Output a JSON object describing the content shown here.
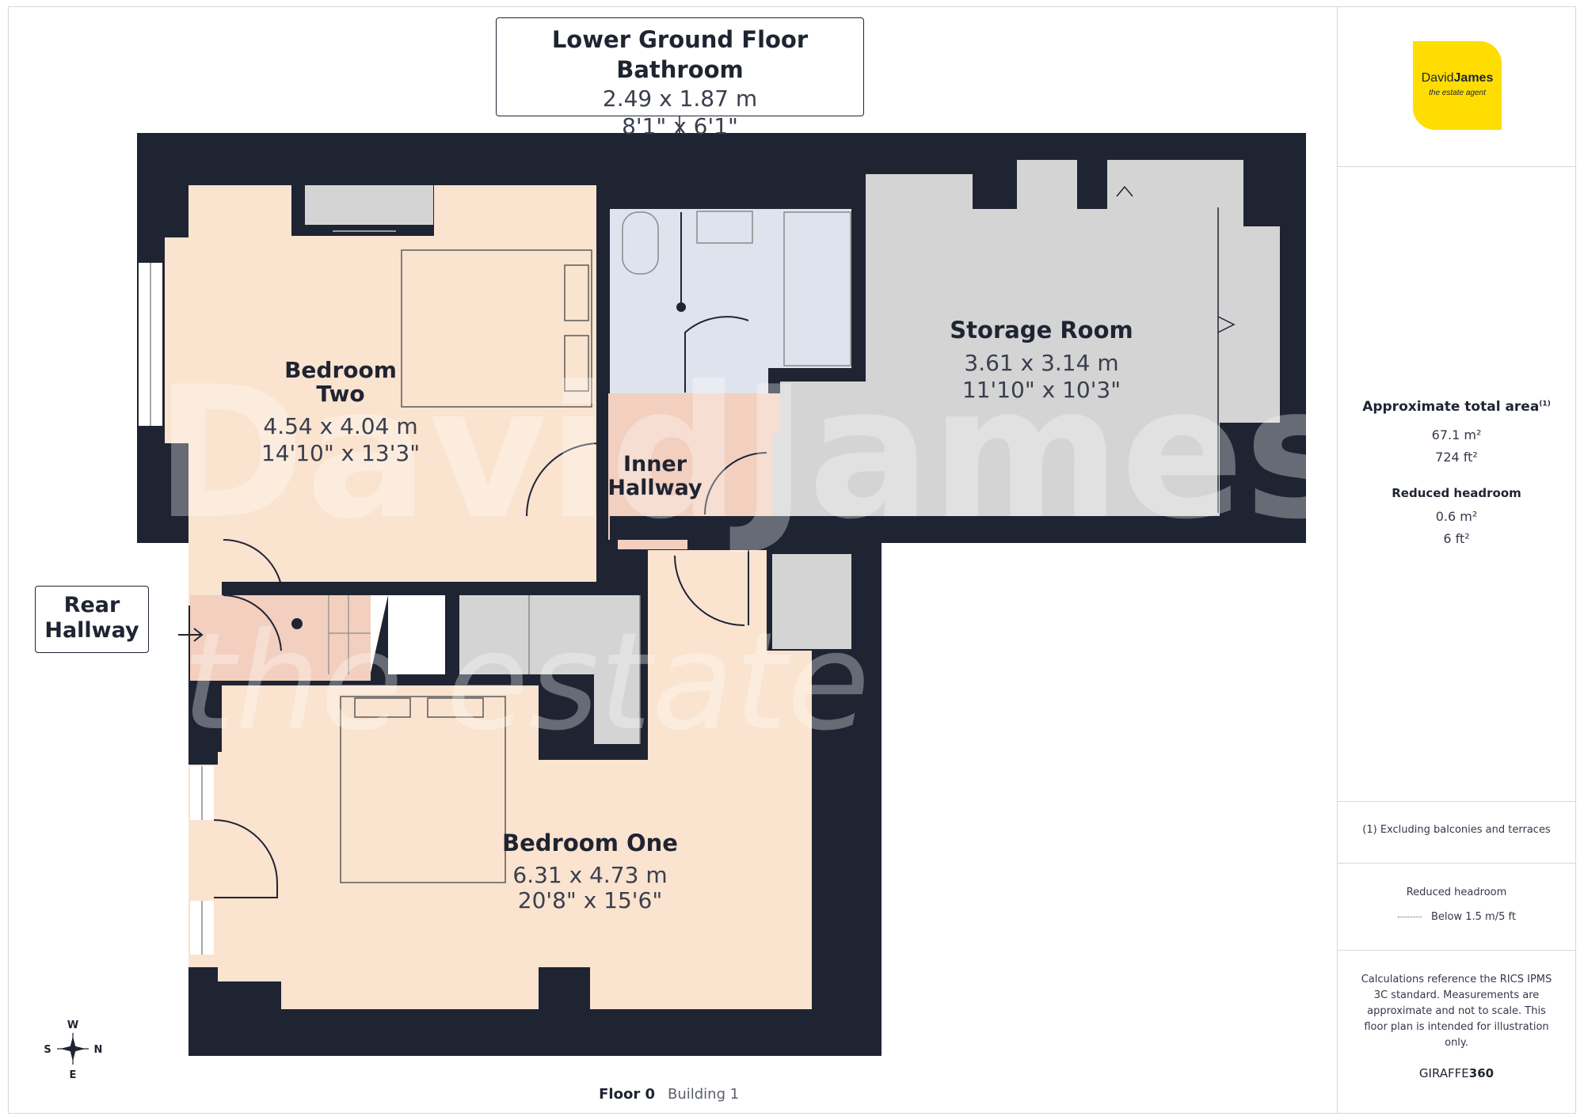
{
  "callout": {
    "title": "Lower Ground Floor Bathroom",
    "metric": "2.49 x 1.87 m",
    "imperial": "8'1\" x 6'1\""
  },
  "rooms": {
    "bedroom_two": {
      "name_line1": "Bedroom",
      "name_line2": "Two",
      "metric": "4.54 x 4.04 m",
      "imperial": "14'10\" x 13'3\""
    },
    "storage": {
      "name": "Storage Room",
      "metric": "3.61 x 3.14 m",
      "imperial": "11'10\" x 10'3\""
    },
    "inner_hallway": {
      "name_line1": "Inner",
      "name_line2": "Hallway"
    },
    "bedroom_one": {
      "name": "Bedroom One",
      "metric": "6.31 x 4.73 m",
      "imperial": "20'8\" x 15'6\""
    },
    "rear_hallway": {
      "name_line1": "Rear",
      "name_line2": "Hallway"
    }
  },
  "watermark": {
    "line1": "DavidJames",
    "line2": "the estate a"
  },
  "compass": {
    "top": "W",
    "left": "S",
    "right": "N",
    "bottom": "E"
  },
  "footer": {
    "floor": "Floor 0",
    "building": "Building 1"
  },
  "logo": {
    "brand_first": "David",
    "brand_second": "James",
    "tagline": "the estate agent",
    "color": "#FFDD00"
  },
  "sidebar": {
    "area_title": "Approximate total area",
    "area_footnote_mark": "(1)",
    "area_m2": "67.1 m²",
    "area_ft2": "724 ft²",
    "reduced_title": "Reduced headroom",
    "reduced_m2": "0.6 m²",
    "reduced_ft2": "6 ft²",
    "footnote": "(1) Excluding balconies and terraces",
    "legend_title": "Reduced headroom",
    "legend_item": "Below 1.5 m/5 ft",
    "disclaimer": "Calculations reference the RICS IPMS 3C standard. Measurements are approximate and not to scale. This floor plan is intended for illustration only.",
    "brand_light": "GIRAFFE",
    "brand_bold": "360"
  },
  "colors": {
    "wall": "#1f2433",
    "bedroom": "#fae3cf",
    "hall": "#f2cfbf",
    "bath": "#dfe3ee",
    "storage": "#d4d4d4",
    "cupboard": "#d4d4d4"
  }
}
